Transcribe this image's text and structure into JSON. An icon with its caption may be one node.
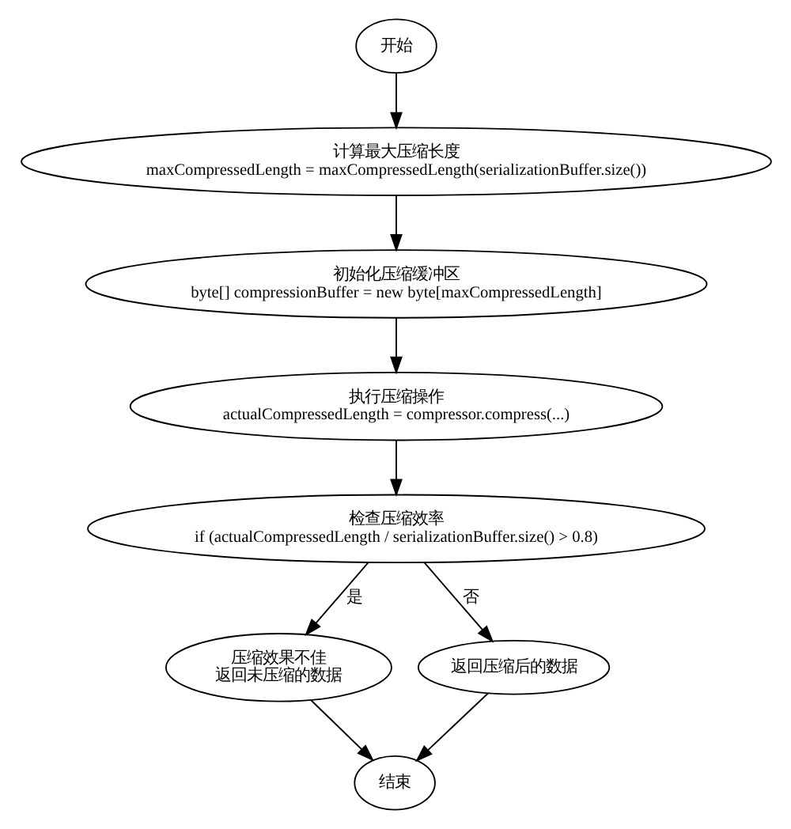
{
  "diagram": {
    "nodes": [
      {
        "text": [
          "开始"
        ]
      },
      {
        "text": [
          "计算最大压缩长度",
          "maxCompressedLength = maxCompressedLength(serializationBuffer.size())"
        ]
      },
      {
        "text": [
          "初始化压缩缓冲区",
          "byte[] compressionBuffer = new byte[maxCompressedLength]"
        ]
      },
      {
        "text": [
          "执行压缩操作",
          "actualCompressedLength = compressor.compress(...)"
        ]
      },
      {
        "text": [
          "检查压缩效率",
          "if (actualCompressedLength / serializationBuffer.size() > 0.8)"
        ]
      },
      {
        "text": [
          "压缩效果不佳",
          "返回未压缩的数据"
        ]
      },
      {
        "text": [
          "返回压缩后的数据"
        ]
      },
      {
        "text": [
          "结束"
        ]
      }
    ],
    "edges": [
      {
        "from": 0,
        "to": 1,
        "arrow": "to"
      },
      {
        "from": 1,
        "to": 2,
        "arrow": "to"
      },
      {
        "from": 2,
        "to": 3,
        "arrow": "to"
      },
      {
        "from": 3,
        "to": 4,
        "arrow": "to"
      },
      {
        "from": 4,
        "to": 5,
        "arrow": "to",
        "label": "是"
      },
      {
        "from": 4,
        "to": 6,
        "arrow": "to",
        "label": "否"
      },
      {
        "from": 5,
        "to": 7,
        "arrow": "to"
      },
      {
        "from": 6,
        "to": 7,
        "arrow": "to"
      }
    ]
  }
}
